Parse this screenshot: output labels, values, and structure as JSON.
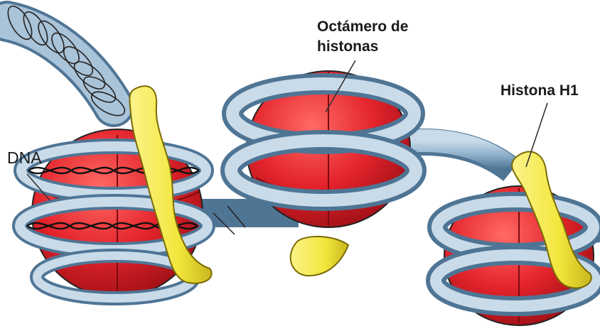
{
  "diagram": {
    "labels": {
      "octamer_line1": "Octámero de",
      "octamer_line2": "histonas",
      "histone_h1": "Histona H1",
      "dna": "DNA"
    },
    "colors": {
      "background": "#ffffff",
      "histone_core": "#e3232b",
      "histone_core_dark": "#9e1016",
      "histone_h1": "#f2e63c",
      "dna_tube": "#8fb0cc",
      "dna_tube_dark": "#4f7595",
      "outline": "#1c1c1c"
    }
  }
}
